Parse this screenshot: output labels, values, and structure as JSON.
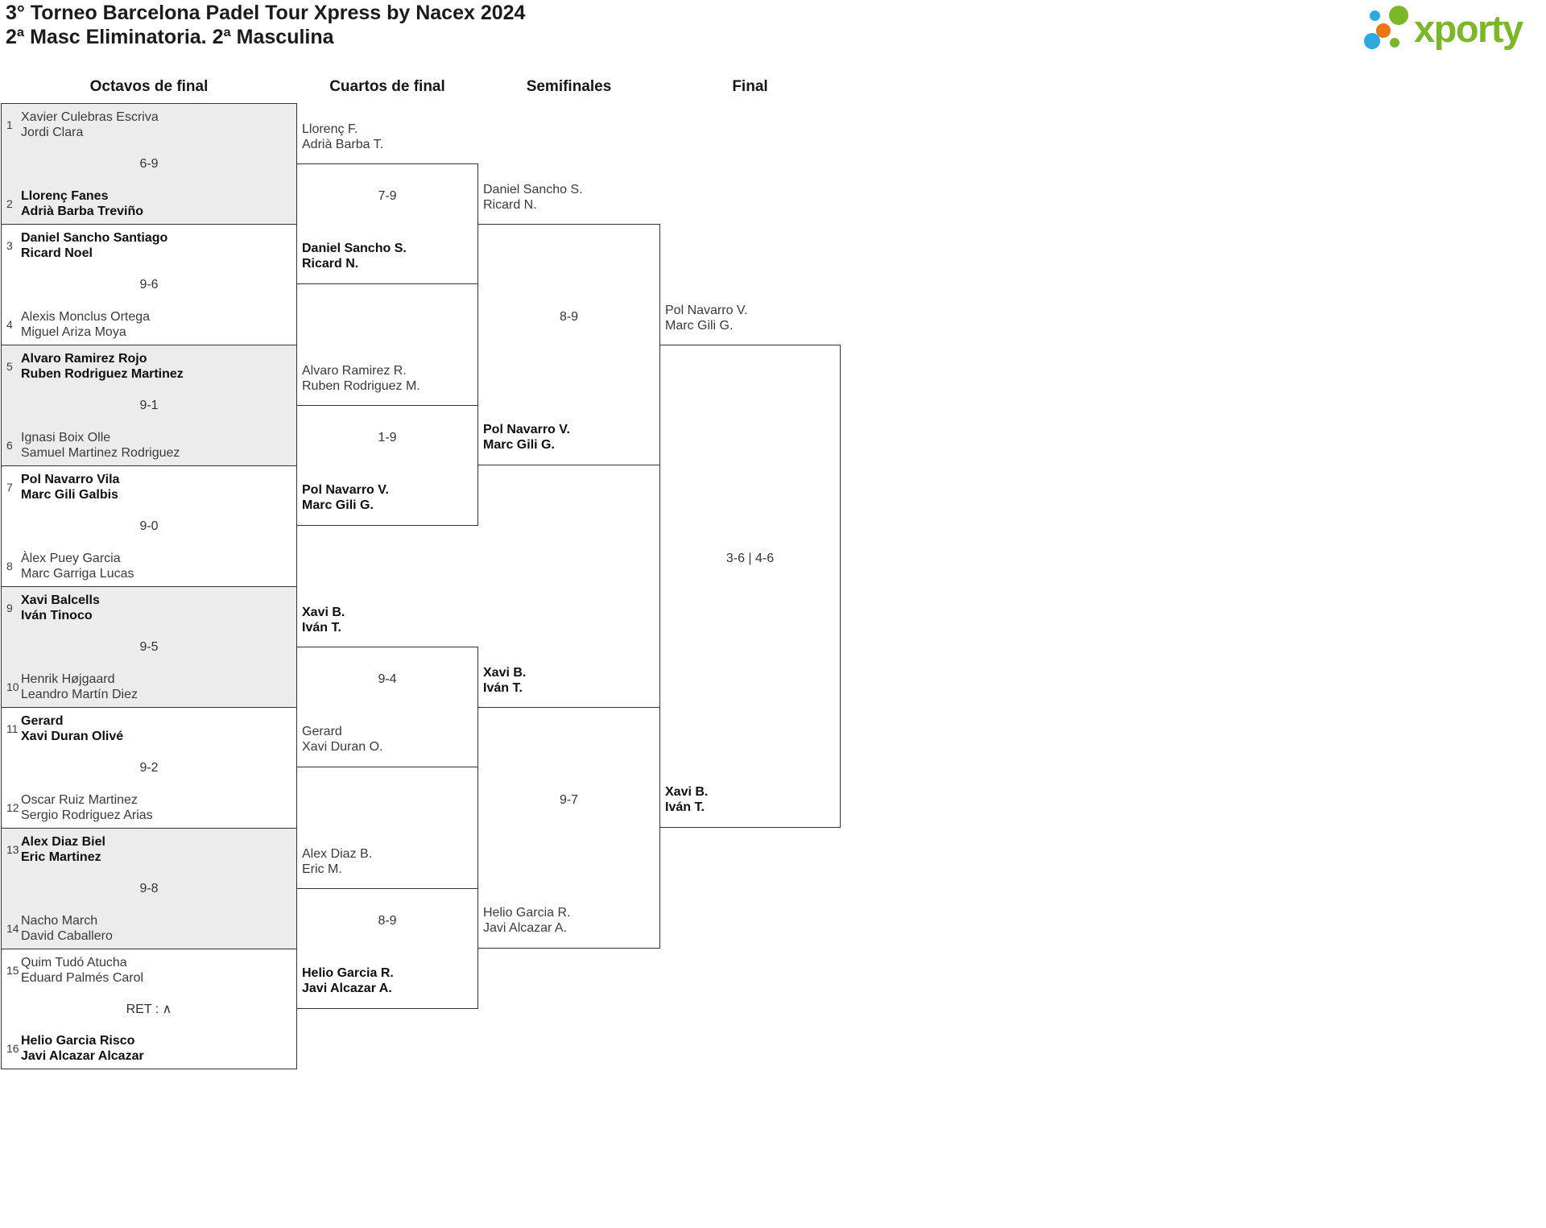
{
  "header": {
    "title_line1": "3° Torneo Barcelona Padel Tour Xpress by Nacex 2024",
    "title_line2": "2ª Masc Eliminatoria. 2ª Masculina",
    "logo_text": "xporty"
  },
  "columns": [
    "Octavos de final",
    "Cuartos de final",
    "Semifinales",
    "Final"
  ],
  "colors": {
    "logo_green": "#7ab829",
    "logo_blue": "#2ba9e1",
    "logo_orange": "#ec7612",
    "box_shade": "#ececec",
    "line": "#333333"
  },
  "octavos": [
    {
      "seed1": "1",
      "team1": [
        "Xavier Culebras Escriva",
        "Jordi Clara"
      ],
      "team1_winner": false,
      "score": "6-9",
      "seed2": "2",
      "team2": [
        "Llorenç Fanes",
        "Adrià Barba Treviño"
      ],
      "team2_winner": true
    },
    {
      "seed1": "3",
      "team1": [
        "Daniel Sancho Santiago",
        "Ricard Noel"
      ],
      "team1_winner": true,
      "score": "9-6",
      "seed2": "4",
      "team2": [
        "Alexis Monclus Ortega",
        "Miguel Ariza Moya"
      ],
      "team2_winner": false
    },
    {
      "seed1": "5",
      "team1": [
        "Alvaro Ramirez Rojo",
        "Ruben Rodriguez Martinez"
      ],
      "team1_winner": true,
      "score": "9-1",
      "seed2": "6",
      "team2": [
        "Ignasi Boix Olle",
        "Samuel Martinez Rodriguez"
      ],
      "team2_winner": false
    },
    {
      "seed1": "7",
      "team1": [
        "Pol Navarro Vila",
        "Marc Gili Galbis"
      ],
      "team1_winner": true,
      "score": "9-0",
      "seed2": "8",
      "team2": [
        "Àlex Puey Garcia",
        "Marc Garriga Lucas"
      ],
      "team2_winner": false
    },
    {
      "seed1": "9",
      "team1": [
        "Xavi Balcells",
        "Iván Tinoco"
      ],
      "team1_winner": true,
      "score": "9-5",
      "seed2": "10",
      "team2": [
        "Henrik Højgaard",
        "Leandro Martín Diez"
      ],
      "team2_winner": false
    },
    {
      "seed1": "11",
      "team1": [
        "Gerard",
        "Xavi Duran Olivé"
      ],
      "team1_winner": true,
      "score": "9-2",
      "seed2": "12",
      "team2": [
        "Oscar Ruiz Martinez",
        "Sergio Rodriguez Arias"
      ],
      "team2_winner": false
    },
    {
      "seed1": "13",
      "team1": [
        "Alex Diaz Biel",
        "Eric Martinez"
      ],
      "team1_winner": true,
      "score": "9-8",
      "seed2": "14",
      "team2": [
        "Nacho March",
        "David Caballero"
      ],
      "team2_winner": false
    },
    {
      "seed1": "15",
      "team1": [
        "Quim Tudó Atucha",
        "Eduard Palmés Carol"
      ],
      "team1_winner": false,
      "score": "RET : ∧",
      "seed2": "16",
      "team2": [
        "Helio Garcia Risco",
        "Javi Alcazar Alcazar"
      ],
      "team2_winner": true
    }
  ],
  "cuartos": [
    {
      "team1": [
        "Llorenç F.",
        "Adrià Barba T."
      ],
      "team1_winner": false,
      "score": "7-9",
      "team2": [
        "Daniel Sancho S.",
        "Ricard N."
      ],
      "team2_winner": true
    },
    {
      "team1": [
        "Alvaro Ramirez R.",
        "Ruben Rodriguez M."
      ],
      "team1_winner": false,
      "score": "1-9",
      "team2": [
        "Pol Navarro V.",
        "Marc Gili G."
      ],
      "team2_winner": true
    },
    {
      "team1": [
        "Xavi B.",
        "Iván T."
      ],
      "team1_winner": true,
      "score": "9-4",
      "team2": [
        "Gerard",
        "Xavi Duran O."
      ],
      "team2_winner": false
    },
    {
      "team1": [
        "Alex Diaz B.",
        "Eric M."
      ],
      "team1_winner": false,
      "score": "8-9",
      "team2": [
        "Helio Garcia R.",
        "Javi Alcazar A."
      ],
      "team2_winner": true
    }
  ],
  "semifinales": [
    {
      "team1": [
        "Daniel Sancho S.",
        "Ricard N."
      ],
      "team1_winner": false,
      "score": "8-9",
      "team2": [
        "Pol Navarro V.",
        "Marc Gili G."
      ],
      "team2_winner": true
    },
    {
      "team1": [
        "Xavi B.",
        "Iván T."
      ],
      "team1_winner": true,
      "score": "9-7",
      "team2": [
        "Helio Garcia R.",
        "Javi Alcazar A."
      ],
      "team2_winner": false
    }
  ],
  "final": {
    "team1": [
      "Pol Navarro V.",
      "Marc Gili G."
    ],
    "team1_winner": false,
    "score": "3-6 | 4-6",
    "team2": [
      "Xavi B.",
      "Iván T."
    ],
    "team2_winner": true
  }
}
